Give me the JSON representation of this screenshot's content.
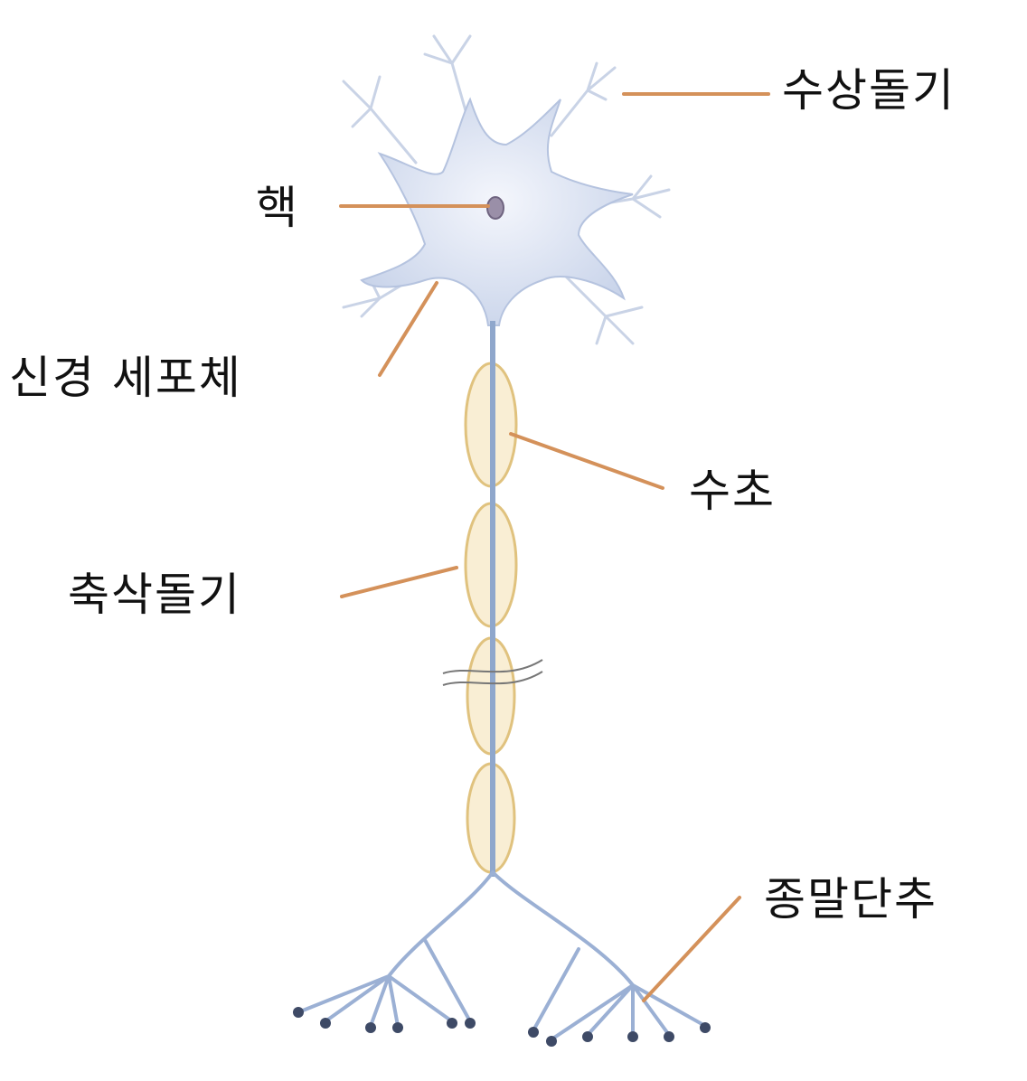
{
  "labels": {
    "dendrite": "수상돌기",
    "nucleus": "핵",
    "cell_body": "신경 세포체",
    "myelin": "수초",
    "axon": "축삭돌기",
    "terminal": "종말단추"
  },
  "colors": {
    "leader_line": "#d4915a",
    "neuron_body": "#dfe6f4",
    "axon": "#8fa7cc",
    "myelin": "#f3e1b5"
  }
}
